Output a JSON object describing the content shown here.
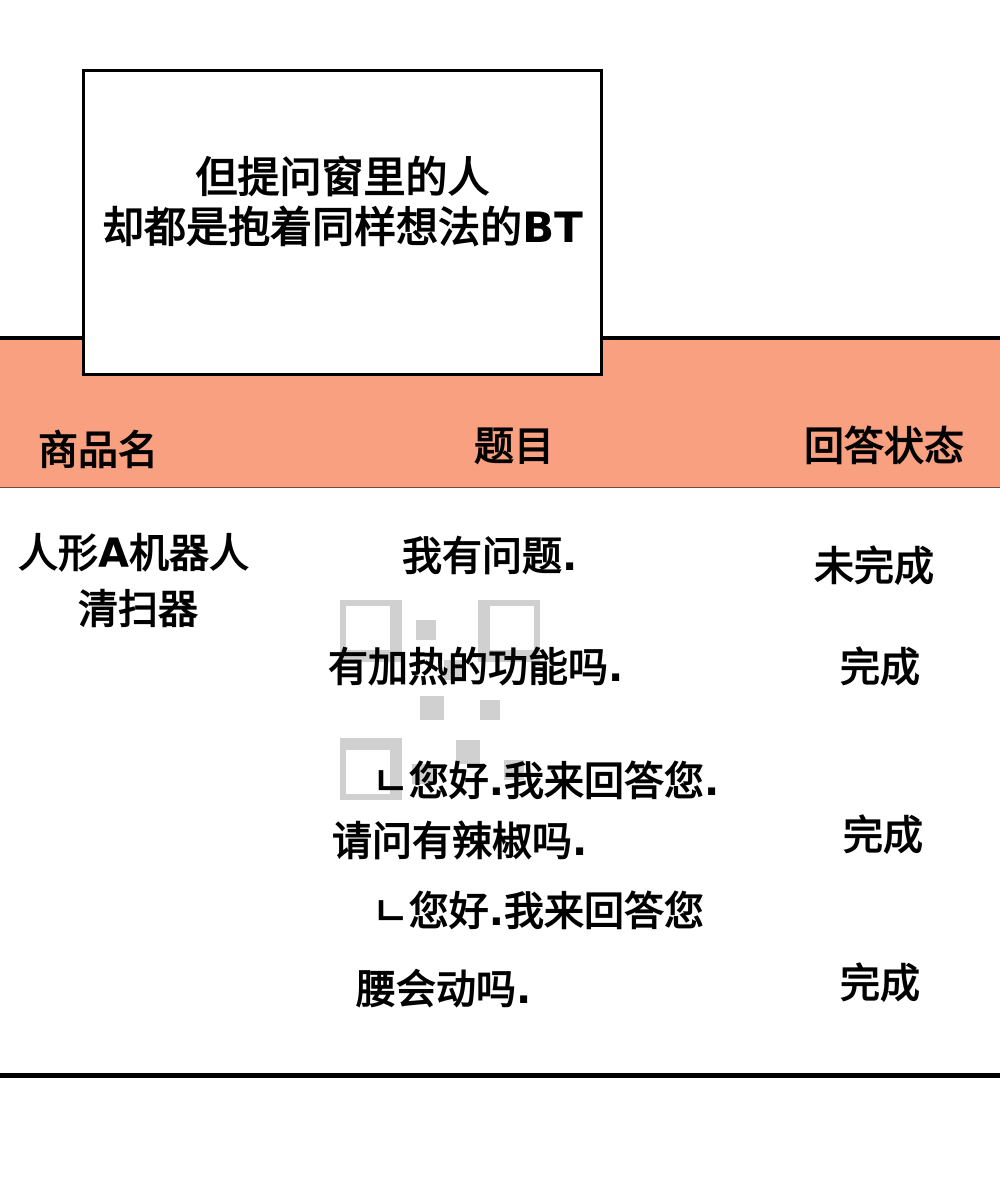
{
  "caption": {
    "line1": "但提问窗里的人",
    "line2": "却都是抱着同样想法的BT"
  },
  "table": {
    "headers": [
      "商品名",
      "题目",
      "回答状态"
    ],
    "product_name": [
      "人形A机器人",
      "清扫器"
    ],
    "rows": [
      {
        "question": "我有问题.",
        "status": "未完成"
      },
      {
        "question": "有加热的功能吗.",
        "status": "完成"
      },
      {
        "reply": "ㄴ您好.我来回答您."
      },
      {
        "question": "请问有辣椒吗.",
        "status": "完成"
      },
      {
        "reply": "ㄴ您好.我来回答您"
      },
      {
        "question": "腰会动吗.",
        "status": "完成"
      }
    ]
  },
  "colors": {
    "header_band": "#f9a080",
    "border": "#000000",
    "background": "#ffffff"
  }
}
